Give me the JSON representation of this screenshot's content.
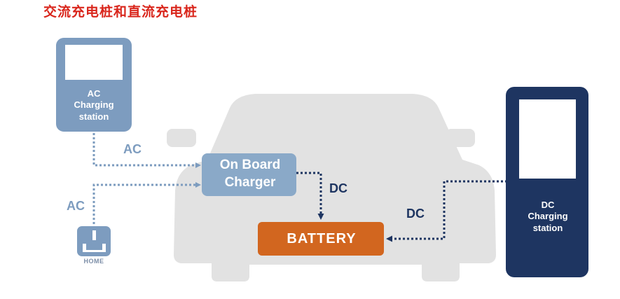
{
  "title": "交流充电桩和直流充电桩",
  "ac_station": {
    "line1": "AC",
    "line2": "Charging",
    "line3": "station"
  },
  "dc_station": {
    "line1": "DC",
    "line2": "Charging",
    "line3": "station"
  },
  "on_board_charger": {
    "line1": "On Board",
    "line2": "Charger"
  },
  "battery": {
    "label": "BATTERY"
  },
  "flows": {
    "ac_top": "AC",
    "ac_home": "AC",
    "dc_obc": "DC",
    "dc_station": "DC"
  },
  "home": {
    "label": "HOME"
  },
  "colors": {
    "title": "#d9261c",
    "ac_station": "#7d9cbf",
    "dc_station": "#1e3561",
    "battery": "#d2661f",
    "car": "#e2e2e2",
    "obc": "#8aa9c8"
  }
}
